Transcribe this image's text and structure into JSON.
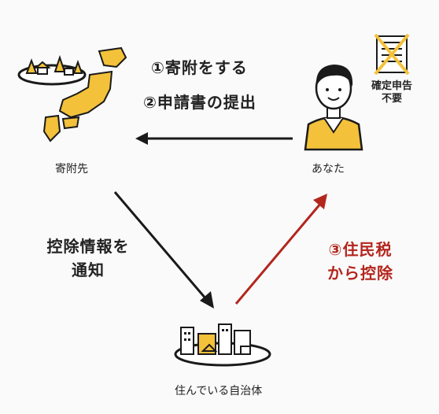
{
  "nodes": {
    "donation_target": "寄附先",
    "you": "あなた",
    "municipality": "住んでいる自治体"
  },
  "steps": {
    "step1": "①寄附をする",
    "step2": "②申請書の提出",
    "notify_line1": "控除情報を",
    "notify_line2": "通知",
    "tax_line1": "③住民税",
    "tax_line2": "から控除"
  },
  "badge": {
    "line1": "確定申告",
    "line2": "不要"
  },
  "colors": {
    "accent_yellow": "#f3c13a",
    "tax_red": "#b3261e",
    "dark": "#1a1a1a"
  }
}
